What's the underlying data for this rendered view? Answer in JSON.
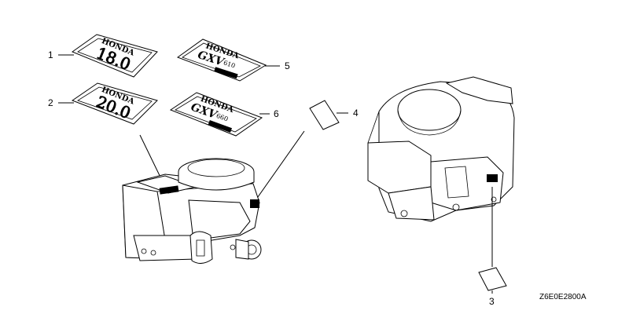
{
  "diagram": {
    "callouts": [
      "1",
      "2",
      "3",
      "4",
      "5",
      "6"
    ],
    "drawing_code": "Z6E0E2800A",
    "decals": {
      "decal_1": {
        "brand": "HONDA",
        "value": "18.0"
      },
      "decal_2": {
        "brand": "HONDA",
        "value": "20.0"
      },
      "decal_5": {
        "brand": "HONDA",
        "model": "GXV",
        "suffix": "610"
      },
      "decal_6": {
        "brand": "HONDA",
        "model": "GXV",
        "suffix": "660"
      }
    }
  }
}
